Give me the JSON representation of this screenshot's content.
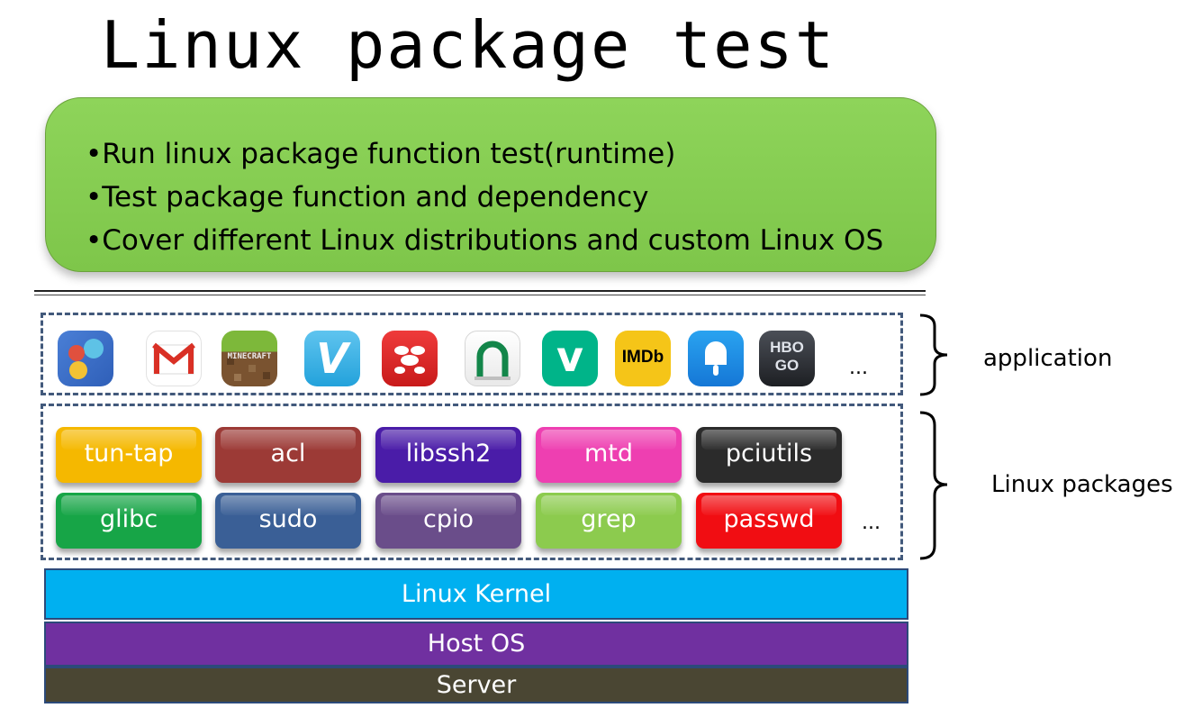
{
  "title": "Linux package test",
  "bullets": [
    "•Run linux package function test(runtime)",
    "•Test package function and dependency",
    "•Cover different Linux distributions and custom Linux OS"
  ],
  "apps": {
    "icons": [
      "google-photos-icon",
      "gmail-icon",
      "minecraft-icon",
      "vimeo-icon",
      "tapatalk-icon",
      "nook-icon",
      "vine-icon",
      "imdb-icon",
      "popsicle-icon",
      "hbo-go-icon"
    ],
    "gmail_letter": "M",
    "minecraft_label": "MINECRAFT",
    "vimeo_letter": "V",
    "vine_letter": "v",
    "imdb_label": "IMDb",
    "hbo_top": "HBO",
    "hbo_bottom": "GO",
    "ellipsis": "..."
  },
  "application_label": "application",
  "packages": {
    "row1": [
      {
        "name": "tun-tap",
        "color": "#f5b800"
      },
      {
        "name": "acl",
        "color": "#9c3a36"
      },
      {
        "name": "libssh2",
        "color": "#4a1ca8"
      },
      {
        "name": "mtd",
        "color": "#ee3fb1"
      },
      {
        "name": "pciutils",
        "color": "#2b2b2b"
      }
    ],
    "row2": [
      {
        "name": "glibc",
        "color": "#17a547"
      },
      {
        "name": "sudo",
        "color": "#3a5f96"
      },
      {
        "name": "cpio",
        "color": "#6a4d8a"
      },
      {
        "name": "grep",
        "color": "#8ccb4e"
      },
      {
        "name": "passwd",
        "color": "#f10d12"
      }
    ],
    "ellipsis": "..."
  },
  "packages_label": "Linux packages",
  "layers": [
    {
      "name": "Linux Kernel",
      "color": "#00b0f0"
    },
    {
      "name": "Host OS",
      "color": "#7030a0"
    },
    {
      "name": "Server",
      "color": "#4a4633"
    }
  ]
}
